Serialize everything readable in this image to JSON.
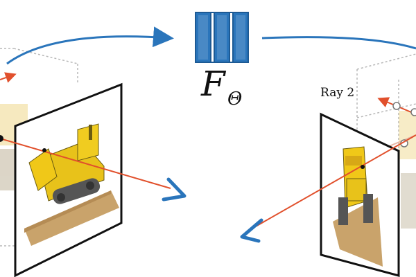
{
  "network": {
    "symbol": "F",
    "subscript": "Θ",
    "icon": "network-block-icon",
    "color": "#2a75bb"
  },
  "rays": {
    "ray2_label": "Ray 2",
    "color": "#e1502c"
  },
  "cameras": {
    "left_icon": "camera-frustum-icon",
    "right_icon": "camera-frustum-icon"
  },
  "scene": {
    "subject": "bulldozer-image",
    "bound_box_color": "#b8b8b8"
  }
}
